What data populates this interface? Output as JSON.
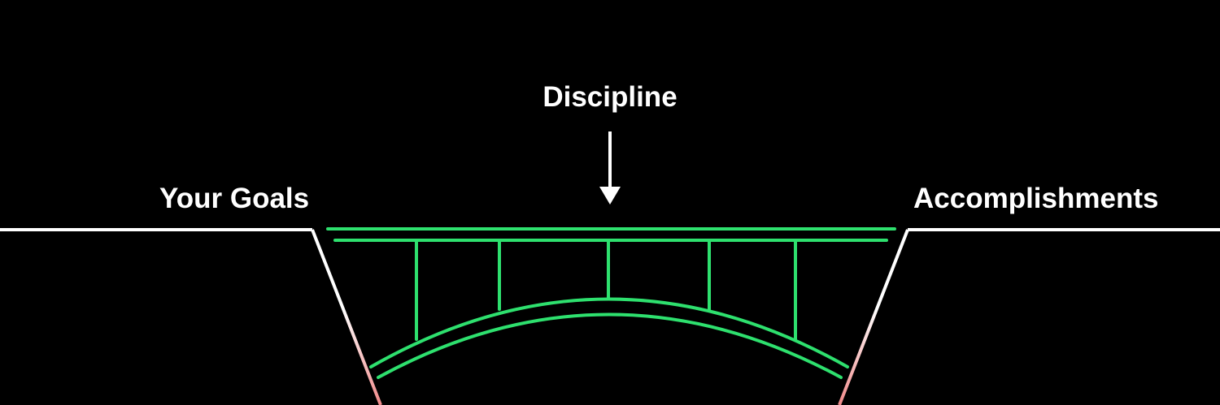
{
  "labels": {
    "top": "Discipline",
    "left": "Your Goals",
    "right": "Accomplishments"
  },
  "colors": {
    "background": "#000000",
    "ground": "#ffffff",
    "bridge": "#2ee06e",
    "chasm_fade": "#f08a8a",
    "text": "#ffffff"
  },
  "icons": {
    "pointer": "down-arrow-icon"
  }
}
